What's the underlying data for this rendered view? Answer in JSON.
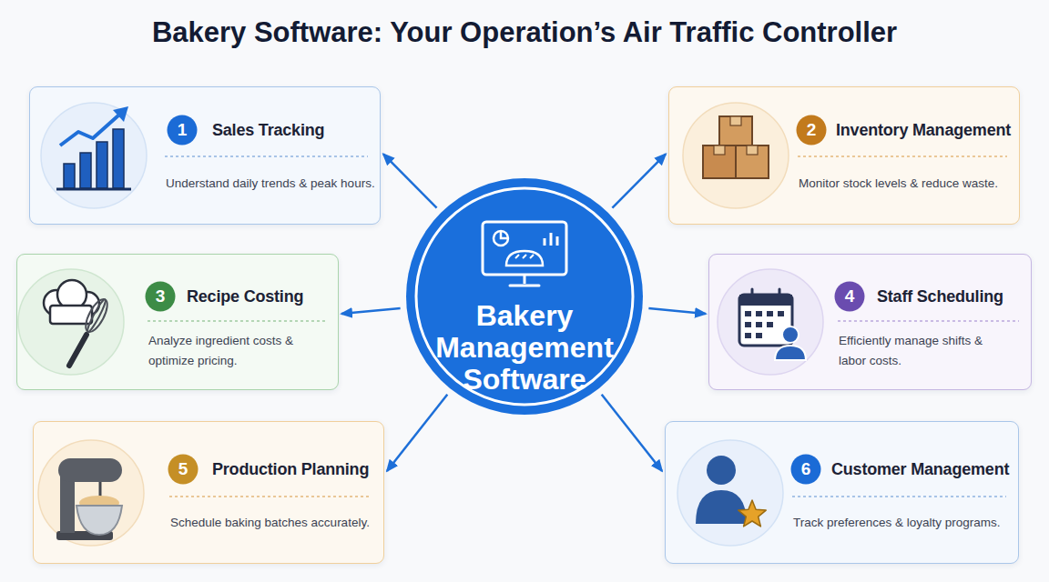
{
  "diagram": {
    "title": "Bakery Software: Your Operation’s Air Traffic Controller",
    "nodes": [
      {
        "text": [
          "Bakery Management Software"
        ]
      },
      {
        "text": [
          "Sales Tracking",
          "Understand daily trends & peak hours."
        ]
      },
      {
        "text": [
          "1"
        ],
        "in": 1
      },
      {
        "text": [
          "Inventory Management",
          "Monitor stock levels & reduce waste."
        ]
      },
      {
        "text": [
          "2"
        ],
        "in": 3
      },
      {
        "text": [
          "Recipe Costing",
          "Analyze ingredient costs & optimize pricing."
        ]
      },
      {
        "text": [
          "3"
        ],
        "in": 5
      },
      {
        "text": [
          "Staff Scheduling",
          "Efficiently manage shifts & labor costs."
        ]
      },
      {
        "text": [
          "4"
        ],
        "in": 7
      },
      {
        "text": [
          "Production Planning",
          "Schedule baking batches accurately."
        ]
      },
      {
        "text": [
          "5"
        ],
        "in": 9
      },
      {
        "text": [
          "Customer Management",
          "Track preferences & loyalty programs."
        ]
      },
      {
        "text": [
          "6"
        ],
        "in": 11
      }
    ],
    "edges": [
      {
        "from": 0,
        "to": 1,
        "arrow": "to"
      },
      {
        "from": 0,
        "to": 3,
        "arrow": "to"
      },
      {
        "from": 0,
        "to": 5,
        "arrow": "to"
      },
      {
        "from": 0,
        "to": 7,
        "arrow": "to"
      },
      {
        "from": 0,
        "to": 9,
        "arrow": "to"
      },
      {
        "from": 0,
        "to": 11,
        "arrow": "to"
      }
    ]
  }
}
